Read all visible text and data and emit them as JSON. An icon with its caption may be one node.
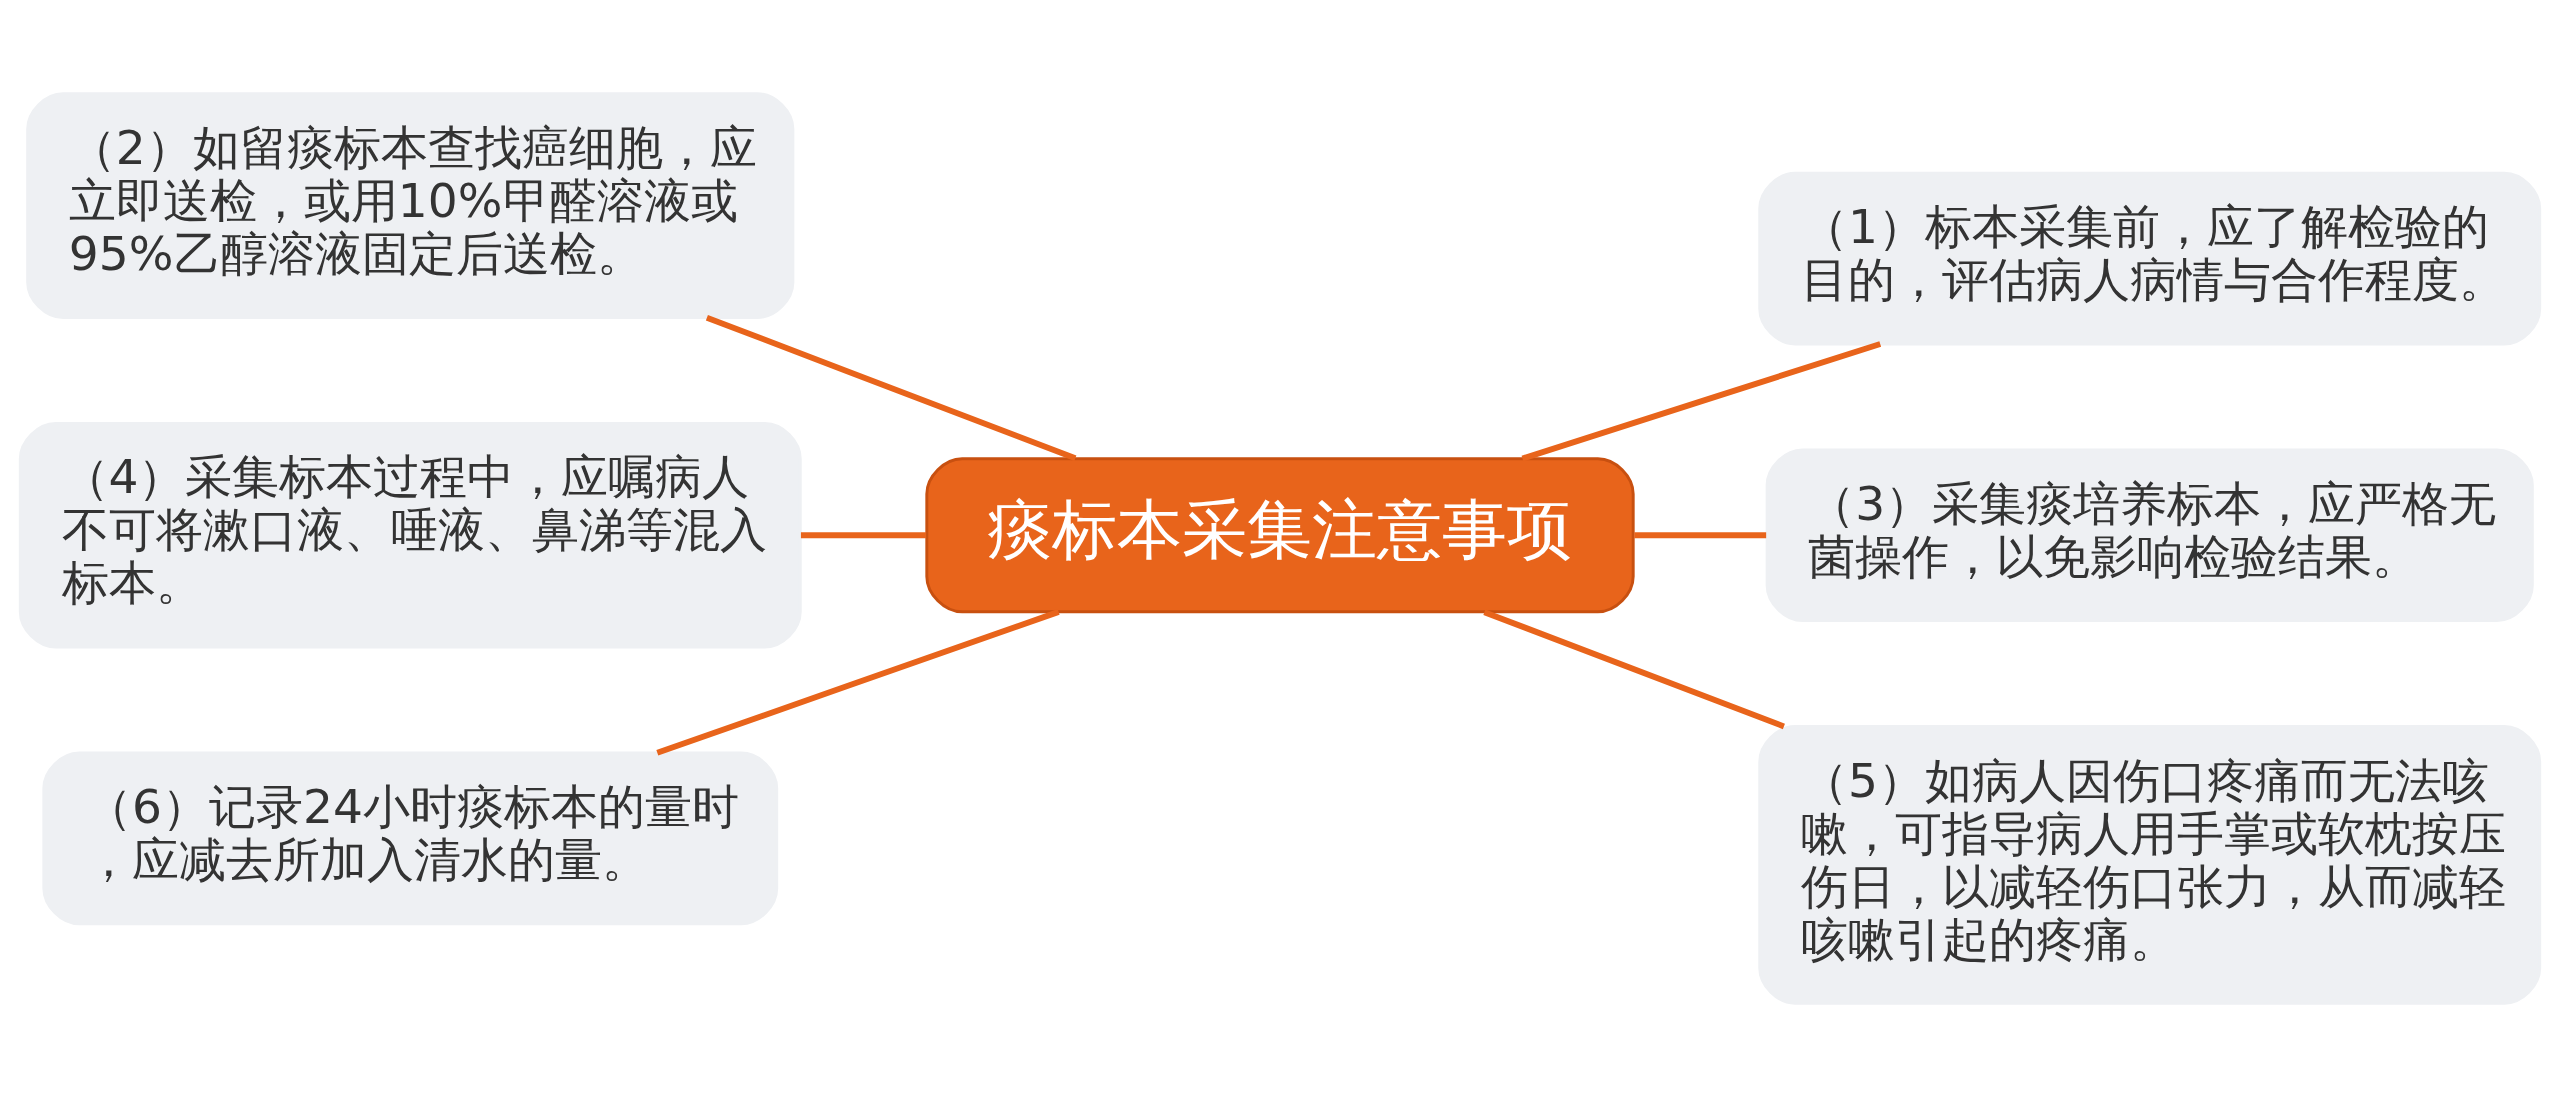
{
  "diagram": {
    "nodes": [
      {
        "text": [
          "痰标本采集注意事项"
        ]
      },
      {
        "text": [
          "（1）标本采集前，应了解检验的目的，评估病人病情与合作程度。"
        ]
      },
      {
        "text": [
          "（2）如留痰标本查找癌细胞，应立即送检，或用10%甲醛溶液或95%乙醇溶液固定后送检。"
        ]
      },
      {
        "text": [
          "（3）采集痰培养标本，应严格无菌操作，以免影响检验结果。"
        ]
      },
      {
        "text": [
          "（4）采集标本过程中，应嘱病人不可将漱口液、唾液、鼻涕等混入标本。"
        ]
      },
      {
        "text": [
          "（5）如病人因伤口疼痛而无法咳嗽，可指导病人用手掌或软枕按压伤日，以减轻伤口张力，从而减轻咳嗽引起的疼痛。"
        ]
      },
      {
        "text": [
          "（6）记录24小时痰标本的量时，应减去所加入清水的量。"
        ]
      }
    ],
    "edges": [
      {
        "from": 0,
        "to": 1,
        "arrow": "none"
      },
      {
        "from": 0,
        "to": 2,
        "arrow": "none"
      },
      {
        "from": 0,
        "to": 3,
        "arrow": "none"
      },
      {
        "from": 0,
        "to": 4,
        "arrow": "none"
      },
      {
        "from": 0,
        "to": 5,
        "arrow": "none"
      },
      {
        "from": 0,
        "to": 6,
        "arrow": "none"
      }
    ]
  }
}
